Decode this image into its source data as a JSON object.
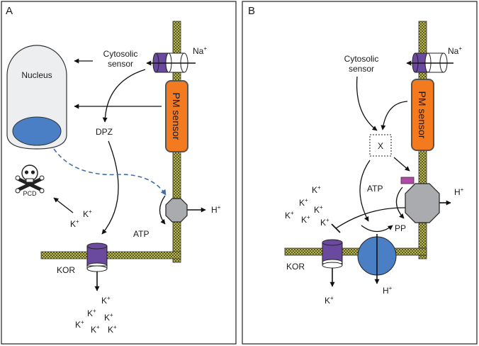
{
  "panels": [
    {
      "letter": "A",
      "labels": {
        "nucleus": "Nucleus",
        "cytosolic_line1": "Cytosolic",
        "cytosolic_line2": "sensor",
        "pm_sensor": "PM sensor",
        "dpz": "DPZ",
        "pcd": "PCD",
        "kor": "KOR",
        "atp": "ATP",
        "na": "Na",
        "h": "H",
        "k": "K",
        "plus": "+"
      }
    },
    {
      "letter": "B",
      "labels": {
        "cytosolic_line1": "Cytosolic",
        "cytosolic_line2": "sensor",
        "pm_sensor": "PM sensor",
        "x": "X",
        "atp": "ATP",
        "pp": "PP",
        "kor": "KOR",
        "na": "Na",
        "h": "H",
        "k": "K",
        "plus": "+"
      }
    }
  ],
  "colors": {
    "membrane": "#d6d65c",
    "channel": "#6a4a9e",
    "pm_sensor": "#f47a20",
    "pump": "#a9abae",
    "nucleus_fill": "#eceef0",
    "nucleolus": "#4a7fc6",
    "pp_circle": "#4a7fc6",
    "regulator": "#b04aa6",
    "dashed_arrow": "#3f6ea8"
  }
}
